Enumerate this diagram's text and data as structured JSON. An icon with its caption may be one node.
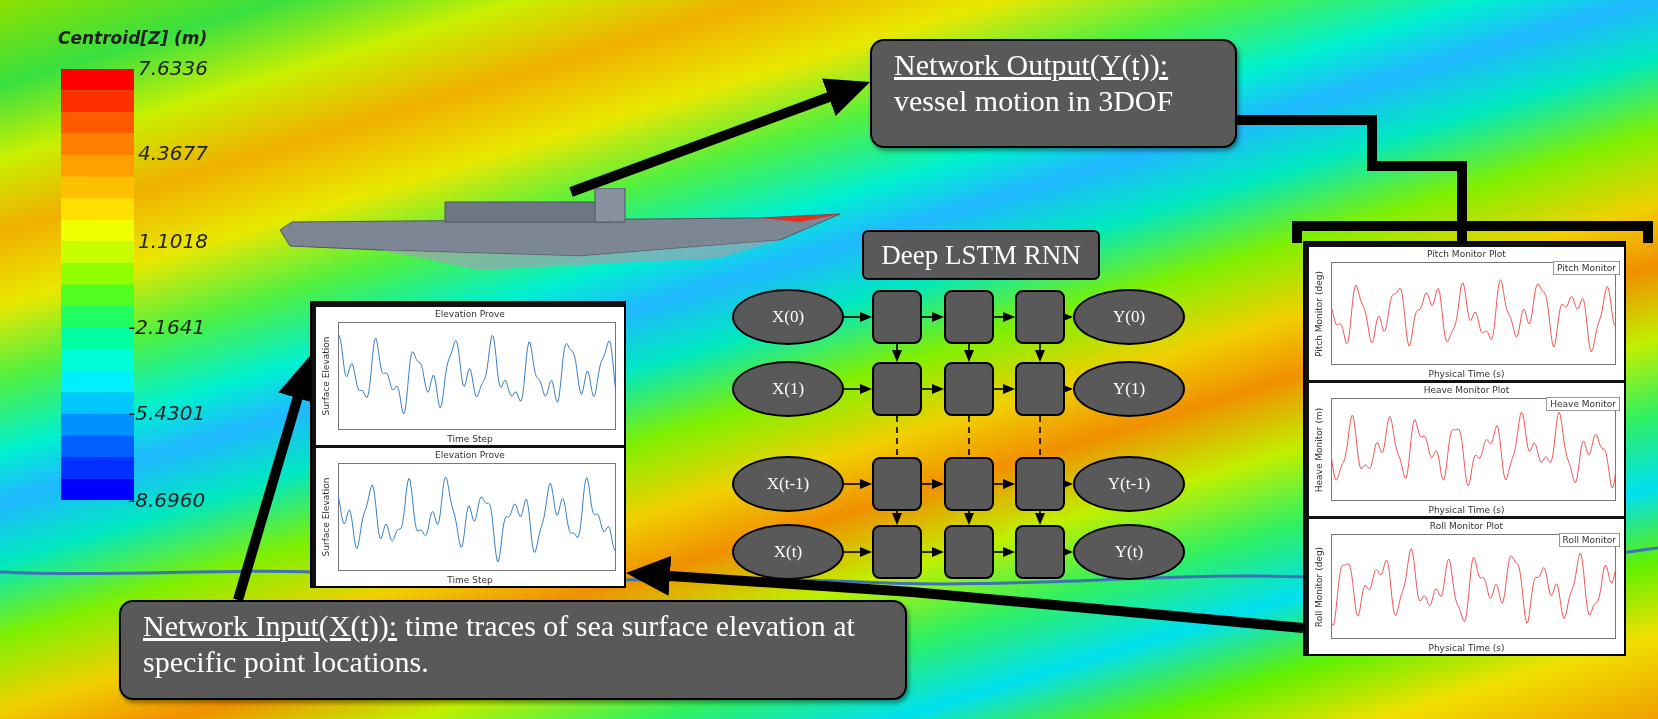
{
  "diagram": {
    "nodes": [
      {
        "text": [
          "Network Output(Y(t)):",
          "vessel motion in 3DOF"
        ]
      },
      {
        "text": [],
        "shape": "picture"
      },
      {
        "text": [
          "Deep LSTM RNN"
        ]
      },
      {
        "text": [
          "X(0)"
        ]
      },
      {
        "text": [],
        "shape": "box"
      },
      {
        "text": [],
        "shape": "box"
      },
      {
        "text": [],
        "shape": "box"
      },
      {
        "text": [
          "Y(0)"
        ]
      },
      {
        "text": [
          "X(1)"
        ]
      },
      {
        "text": [],
        "shape": "box"
      },
      {
        "text": [],
        "shape": "box"
      },
      {
        "text": [],
        "shape": "box"
      },
      {
        "text": [
          "Y(1)"
        ]
      },
      {
        "text": [
          "X(t-1)"
        ]
      },
      {
        "text": [],
        "shape": "box"
      },
      {
        "text": [],
        "shape": "box"
      },
      {
        "text": [],
        "shape": "box"
      },
      {
        "text": [
          "Y(t-1)"
        ]
      },
      {
        "text": [
          "X(t)"
        ]
      },
      {
        "text": [],
        "shape": "box"
      },
      {
        "text": [],
        "shape": "box"
      },
      {
        "text": [],
        "shape": "box"
      },
      {
        "text": [
          "Y(t)"
        ]
      },
      {
        "text": [],
        "shape": "box"
      },
      {
        "text": [
          "Elevation Prove",
          "Surface Elevation",
          "Time Step"
        ],
        "in": 23
      },
      {
        "text": [
          "Elevation Prove",
          "Surface Elevation",
          "Time Step"
        ],
        "in": 23
      },
      {
        "text": [],
        "shape": "box"
      },
      {
        "text": [
          "Pitch Monitor Plot",
          "Pitch Monitor (deg)",
          "Physical Time (s)",
          "Pitch Monitor"
        ],
        "in": 26
      },
      {
        "text": [
          "Heave Monitor Plot",
          "Heave Monitor (m)",
          "Physical Time (s)",
          "Heave Monitor"
        ],
        "in": 26
      },
      {
        "text": [
          "Roll Monitor Plot",
          "Roll Monitor (deg)",
          "Physical Time (s)",
          "Roll Monitor"
        ],
        "in": 26
      },
      {
        "text": [
          "Network Input(X(t)):",
          "time traces of sea surface elevation at specific point locations."
        ]
      }
    ],
    "edges": [
      {
        "from": 1,
        "to": 0,
        "arrow": "to",
        "style": "thick"
      },
      {
        "from": 0,
        "to": 26,
        "arrow": "none",
        "style": "thick"
      },
      {
        "from": 3,
        "to": 4,
        "arrow": "to"
      },
      {
        "from": 4,
        "to": 5,
        "arrow": "to"
      },
      {
        "from": 5,
        "to": 6,
        "arrow": "to"
      },
      {
        "from": 6,
        "to": 7,
        "arrow": "to"
      },
      {
        "from": 8,
        "to": 9,
        "arrow": "to"
      },
      {
        "from": 9,
        "to": 10,
        "arrow": "to"
      },
      {
        "from": 10,
        "to": 11,
        "arrow": "to"
      },
      {
        "from": 11,
        "to": 12,
        "arrow": "to"
      },
      {
        "from": 13,
        "to": 14,
        "arrow": "to"
      },
      {
        "from": 14,
        "to": 15,
        "arrow": "to"
      },
      {
        "from": 15,
        "to": 16,
        "arrow": "to"
      },
      {
        "from": 16,
        "to": 17,
        "arrow": "to"
      },
      {
        "from": 18,
        "to": 19,
        "arrow": "to"
      },
      {
        "from": 19,
        "to": 20,
        "arrow": "to"
      },
      {
        "from": 20,
        "to": 21,
        "arrow": "to"
      },
      {
        "from": 21,
        "to": 22,
        "arrow": "to"
      },
      {
        "from": 4,
        "to": 9,
        "arrow": "to"
      },
      {
        "from": 5,
        "to": 10,
        "arrow": "to"
      },
      {
        "from": 6,
        "to": 11,
        "arrow": "to"
      },
      {
        "from": 9,
        "to": 14,
        "arrow": "none",
        "style": "dashed"
      },
      {
        "from": 10,
        "to": 15,
        "arrow": "none",
        "style": "dashed"
      },
      {
        "from": 11,
        "to": 16,
        "arrow": "none",
        "style": "dashed"
      },
      {
        "from": 14,
        "to": 19,
        "arrow": "to"
      },
      {
        "from": 15,
        "to": 20,
        "arrow": "to"
      },
      {
        "from": 16,
        "to": 21,
        "arrow": "to"
      },
      {
        "from": 30,
        "to": 23,
        "arrow": "to",
        "style": "thick"
      },
      {
        "from": 26,
        "to": 23,
        "arrow": "to",
        "style": "thick"
      }
    ],
    "labels": [
      "Centroid[Z] (m)",
      "7.6336",
      "4.3677",
      "1.1018",
      "-2.1641",
      "-5.4301",
      "-8.6960"
    ]
  }
}
